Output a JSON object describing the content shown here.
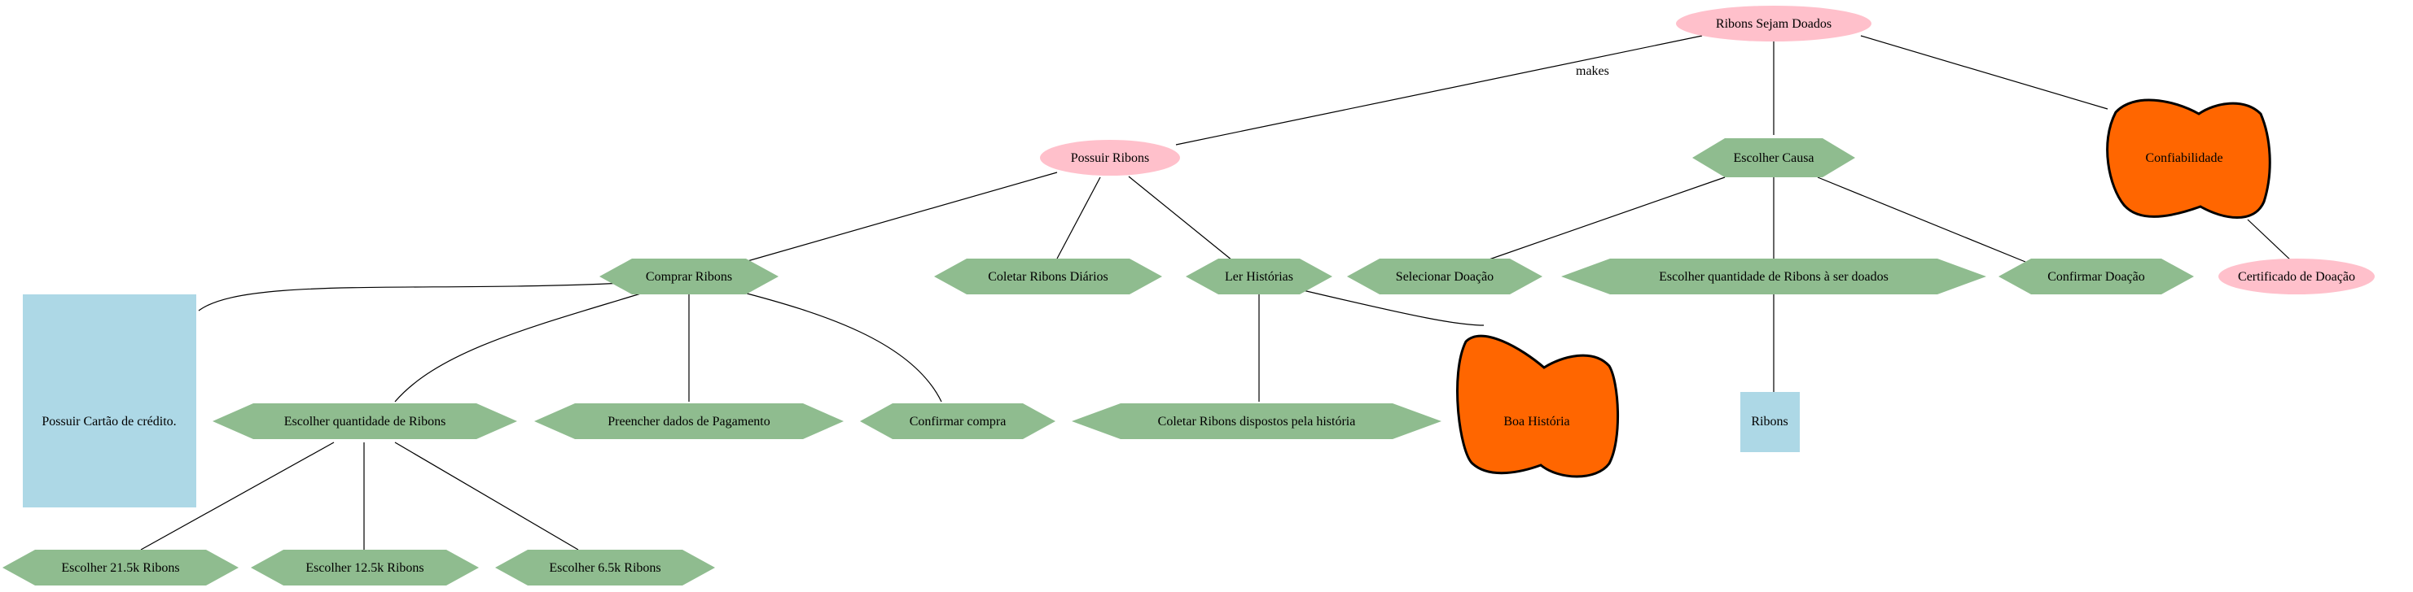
{
  "colors": {
    "goal_pink": "#ffc0cb",
    "task_green": "#8fbc8f",
    "resource_blue": "#add8e6",
    "softgoal_orange": "#ff6600",
    "softgoal_stroke": "#000000",
    "edge": "#000000"
  },
  "nodes": {
    "ribons_sejam_doados": "Ribons Sejam Doados",
    "possuir_ribons": "Possuir Ribons",
    "escolher_causa": "Escolher Causa",
    "confiabilidade": "Confiabilidade",
    "comprar_ribons": "Comprar Ribons",
    "coletar_ribons_diarios": "Coletar Ribons Diários",
    "ler_historias": "Ler Histórias",
    "selecionar_doacao": "Selecionar Doação",
    "escolher_qtd_doados": "Escolher quantidade de Ribons à ser doados",
    "confirmar_doacao": "Confirmar Doação",
    "certificado_doacao": "Certificado de Doação",
    "possuir_cartao": "Possuir Cartão de crédito.",
    "escolher_qtd_ribons": "Escolher quantidade de Ribons",
    "preencher_pagamento": "Preencher dados de Pagamento",
    "confirmar_compra": "Confirmar compra",
    "coletar_ribons_historia": "Coletar Ribons dispostos pela história",
    "boa_historia": "Boa História",
    "ribons": "Ribons",
    "escolher_21_5k": "Escolher 21.5k Ribons",
    "escolher_12_5k": "Escolher 12.5k Ribons",
    "escolher_6_5k": "Escolher 6.5k Ribons"
  },
  "edges": {
    "makes_label": "makes"
  }
}
